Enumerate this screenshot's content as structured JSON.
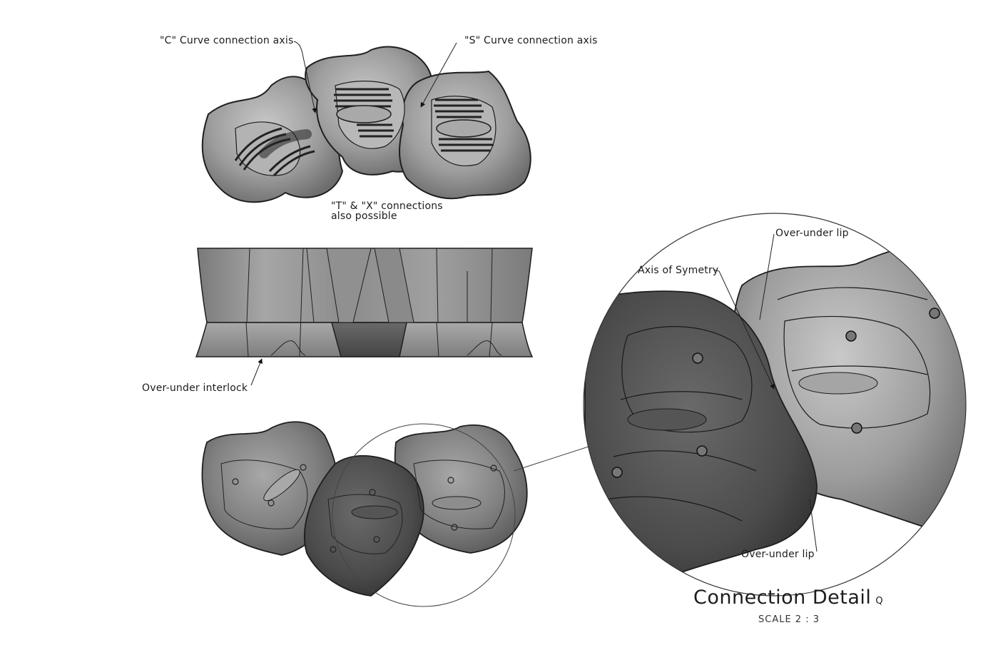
{
  "drawing": {
    "title": "Connection Detail",
    "detail_marker": "Q",
    "scale": "SCALE 2 : 3"
  },
  "views": {
    "top_view": {
      "labels": {
        "c_curve": "\"C\" Curve connection axis",
        "s_curve": "\"S\" Curve connection axis",
        "tx_line1": "\"T\" & \"X\"  connections",
        "tx_line2": "also possible"
      }
    },
    "side_view": {
      "labels": {
        "interlock": "Over-under interlock"
      }
    },
    "detail_view": {
      "labels": {
        "axis": "Axis of Symetry",
        "lip_top": "Over-under lip",
        "lip_bottom": "Over-under lip"
      }
    }
  },
  "colors": {
    "light_part": "#9a9a9a",
    "mid_part": "#7a7a7a",
    "dark_part": "#4e4e4e",
    "outline": "#1e1e1e",
    "line": "#333333"
  }
}
